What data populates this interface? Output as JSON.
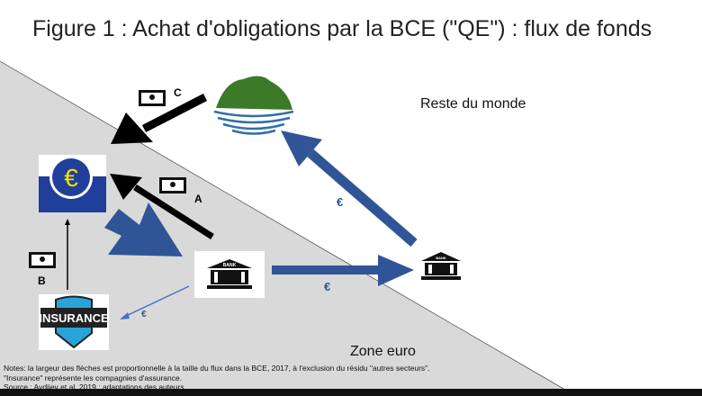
{
  "title": "Figure 1 : Achat d'obligations par la BCE (\"QE\") : flux de fonds",
  "regions": {
    "rest_of_world": "Reste du monde",
    "euro_zone": "Zone euro"
  },
  "flows": {
    "a": "A",
    "b": "B",
    "c": "C",
    "euro": "€"
  },
  "insurance_label": "INSURANCE",
  "bank_label": "BANK",
  "notes": {
    "line1": "Notes: la largeur des flèches est proportionnelle à la taille du flux dans la BCE, 2017, à l'exclusion du résidu \"autres secteurs\". \"Insurance\" représente les compagnies d'assurance.",
    "line2": "Source : Avdjiev et al, 2019 ; adaptations des auteurs."
  },
  "colors": {
    "blue": "#2f5597",
    "gray": "#d9d9d9"
  }
}
